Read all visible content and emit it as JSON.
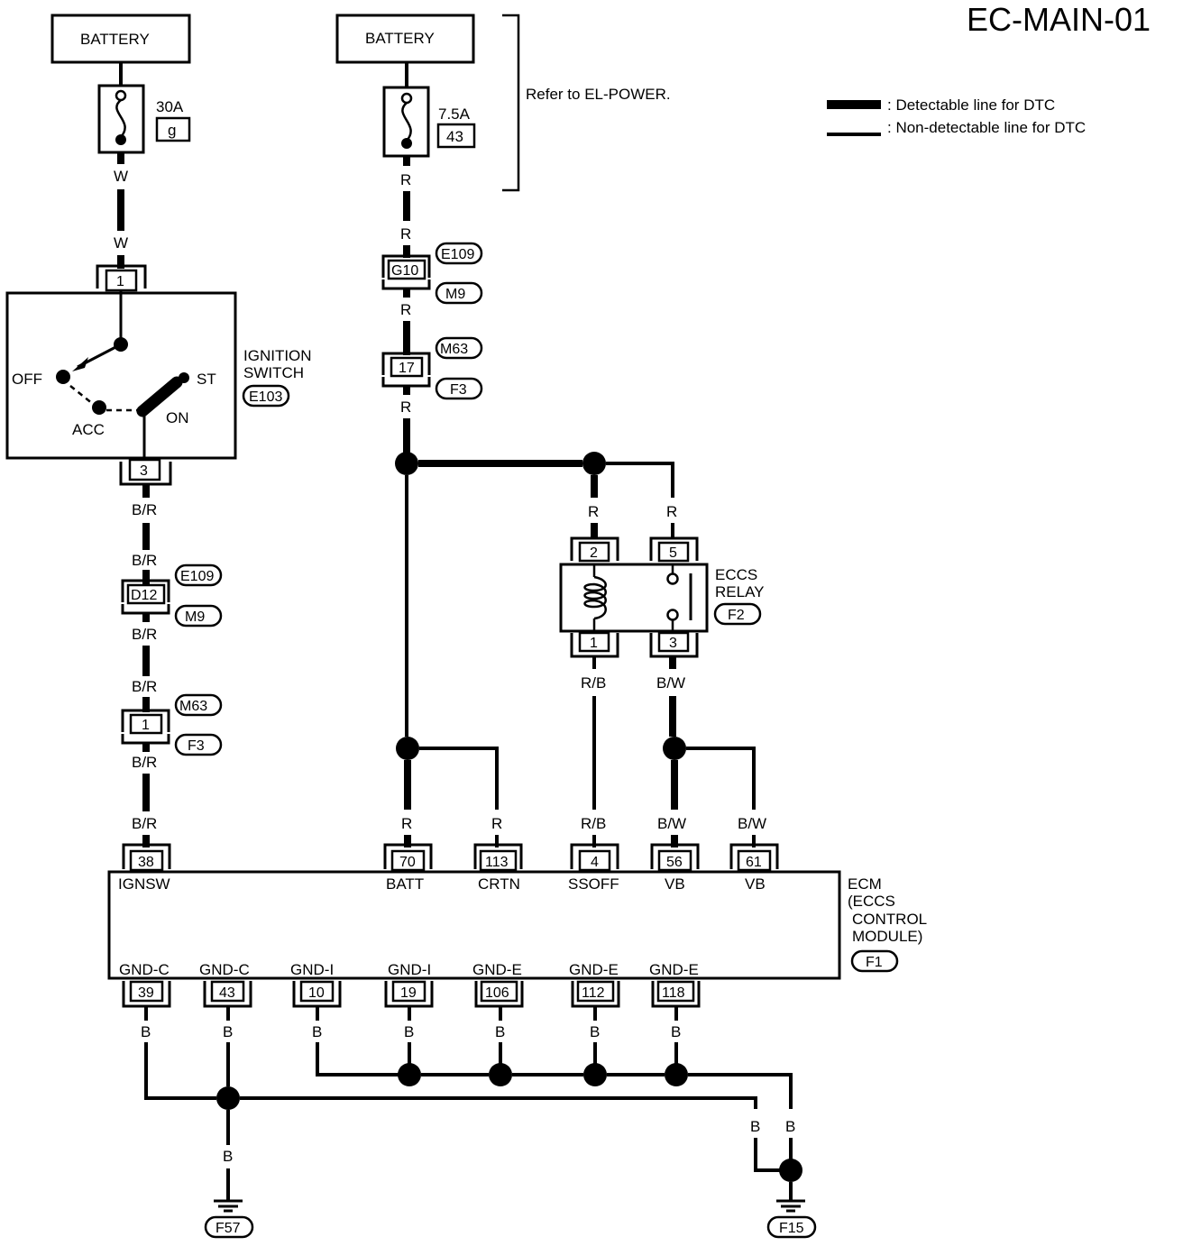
{
  "page_code": "EC-MAIN-01",
  "legend": {
    "detectable": ": Detectable line for DTC",
    "non_detectable": ": Non-detectable line for DTC"
  },
  "battery_label": "BATTERY",
  "refer_note": "Refer to EL-POWER.",
  "fuse_30a": {
    "rating": "30A",
    "id": "g"
  },
  "fuse_7_5a": {
    "rating": "7.5A",
    "id": "43"
  },
  "ignition_switch": {
    "name_line1": "IGNITION",
    "name_line2": "SWITCH",
    "connector": "E103",
    "pin_in": "1",
    "pin_out": "3",
    "positions": {
      "off": "OFF",
      "acc": "ACC",
      "on": "ON",
      "st": "ST"
    }
  },
  "eccs_relay": {
    "name_line1": "ECCS",
    "name_line2": "RELAY",
    "connector": "F2",
    "pins": {
      "p2": "2",
      "p5": "5",
      "p1": "1",
      "p3": "3"
    }
  },
  "ecm": {
    "line1": "ECM",
    "line2": "(ECCS",
    "line3": "CONTROL",
    "line4": "MODULE)",
    "connector": "F1",
    "top_pins": [
      {
        "pin": "38",
        "label": "IGNSW",
        "wire": "B/R"
      },
      {
        "pin": "70",
        "label": "BATT",
        "wire": "R"
      },
      {
        "pin": "113",
        "label": "CRTN",
        "wire": "R"
      },
      {
        "pin": "4",
        "label": "SSOFF",
        "wire": "R/B"
      },
      {
        "pin": "56",
        "label": "VB",
        "wire": "B/W"
      },
      {
        "pin": "61",
        "label": "VB",
        "wire": "B/W"
      }
    ],
    "bottom_pins": [
      {
        "pin": "39",
        "label": "GND-C"
      },
      {
        "pin": "43",
        "label": "GND-C"
      },
      {
        "pin": "10",
        "label": "GND-I"
      },
      {
        "pin": "19",
        "label": "GND-I"
      },
      {
        "pin": "106",
        "label": "GND-E"
      },
      {
        "pin": "112",
        "label": "GND-E"
      },
      {
        "pin": "118",
        "label": "GND-E"
      }
    ]
  },
  "connectors": {
    "left_joint1": {
      "pin": "D12",
      "top": "E109",
      "bottom": "M9"
    },
    "left_joint2": {
      "pin": "1",
      "top": "M63",
      "bottom": "F3"
    },
    "right_joint1": {
      "pin": "G10",
      "top": "E109",
      "bottom": "M9"
    },
    "right_joint2": {
      "pin": "17",
      "top": "M63",
      "bottom": "F3"
    }
  },
  "wire_colors": {
    "w": "W",
    "r": "R",
    "br": "B/R",
    "rb": "R/B",
    "bw": "B/W",
    "b": "B"
  },
  "grounds": {
    "left": "F57",
    "right": "F15"
  }
}
